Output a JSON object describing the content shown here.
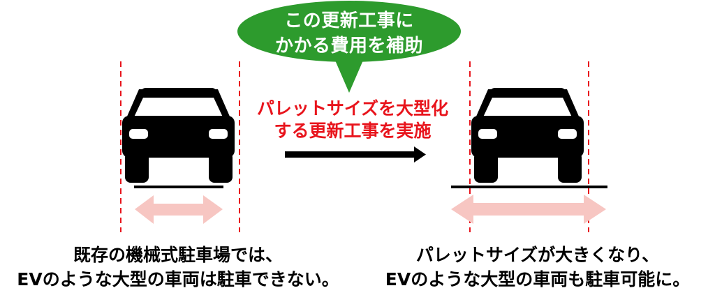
{
  "bubble": {
    "line1": "この更新工事に",
    "line2": "かかる費用を補助",
    "color": "#2d9b2d"
  },
  "middle": {
    "line1": "パレットサイズを大型化",
    "line2": "する更新工事を実施",
    "color": "#e8141c"
  },
  "left_caption": {
    "line1": "既存の機械式駐車場では、",
    "line2": "EVのような大型の車両は駐車できない。"
  },
  "right_caption": {
    "line1": "パレットサイズが大きくなり、",
    "line2": "EVのような大型の車両も駐車可能に。"
  },
  "icons": {
    "left_car": "car-front-icon",
    "right_car": "car-front-icon",
    "left_width_arrow": "double-arrow-icon",
    "right_width_arrow": "double-arrow-icon",
    "process_arrow": "right-arrow-icon"
  },
  "colors": {
    "dashed_guides": "#e8141c",
    "width_arrow": "#f7c6c2",
    "car": "#000000"
  }
}
